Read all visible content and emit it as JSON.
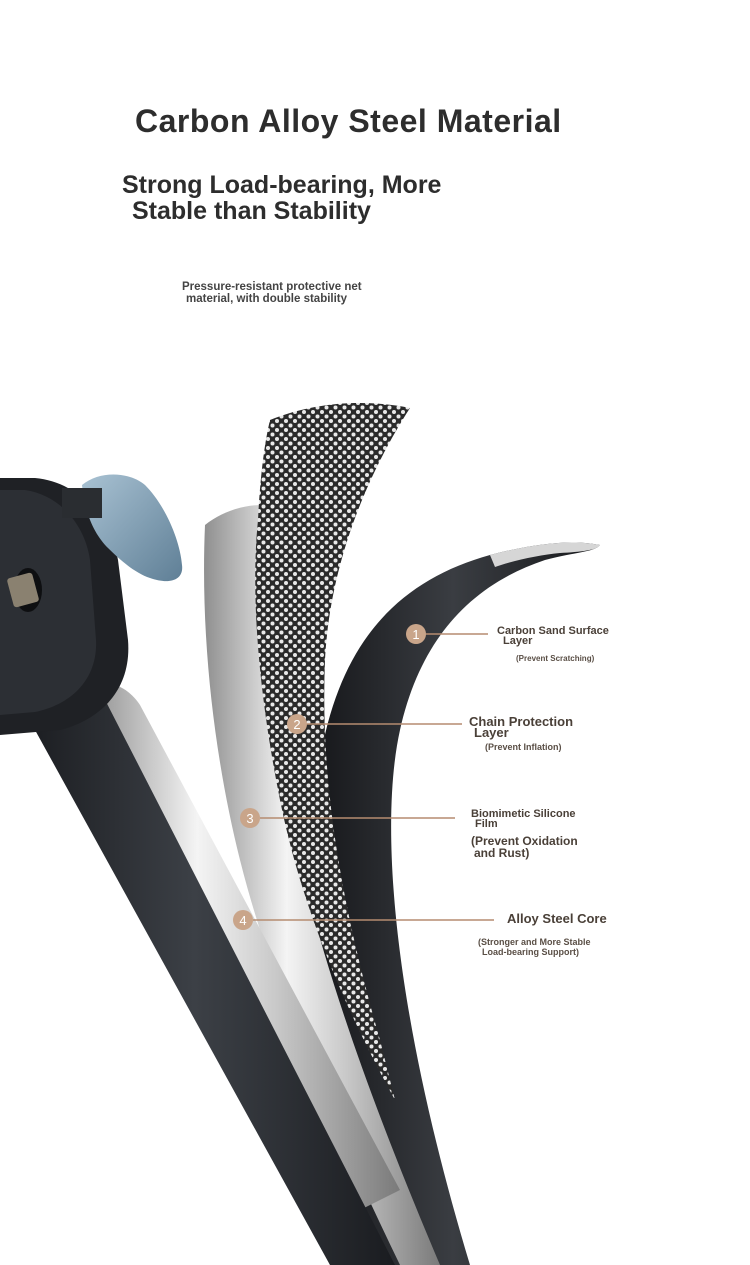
{
  "title": "Carbon Alloy Steel Material",
  "subtitle": {
    "line1": "Strong Load-bearing, More",
    "line2": "Stable than Stability"
  },
  "note": {
    "line1": "Pressure-resistant protective net",
    "line2": "material, with double stability"
  },
  "callouts": [
    {
      "number": "1",
      "line1": "Carbon Sand Surface",
      "line2": "Layer",
      "detail": "(Prevent Scratching)"
    },
    {
      "number": "2",
      "line1": "Chain Protection",
      "line2": "Layer",
      "detail": "(Prevent Inflation)"
    },
    {
      "number": "3",
      "line1": "Biomimetic Silicone",
      "line2": "Film",
      "detail1": "(Prevent Oxidation",
      "detail2": "and Rust)"
    },
    {
      "number": "4",
      "line1": "Alloy Steel Core",
      "detail1": "(Stronger and More Stable",
      "detail2": "Load-bearing Support)"
    }
  ],
  "colors": {
    "callout_marker": "#c9a58a",
    "callout_line": "#b58c70",
    "tube": "#2b2e33",
    "knob": "#7f9db3"
  }
}
